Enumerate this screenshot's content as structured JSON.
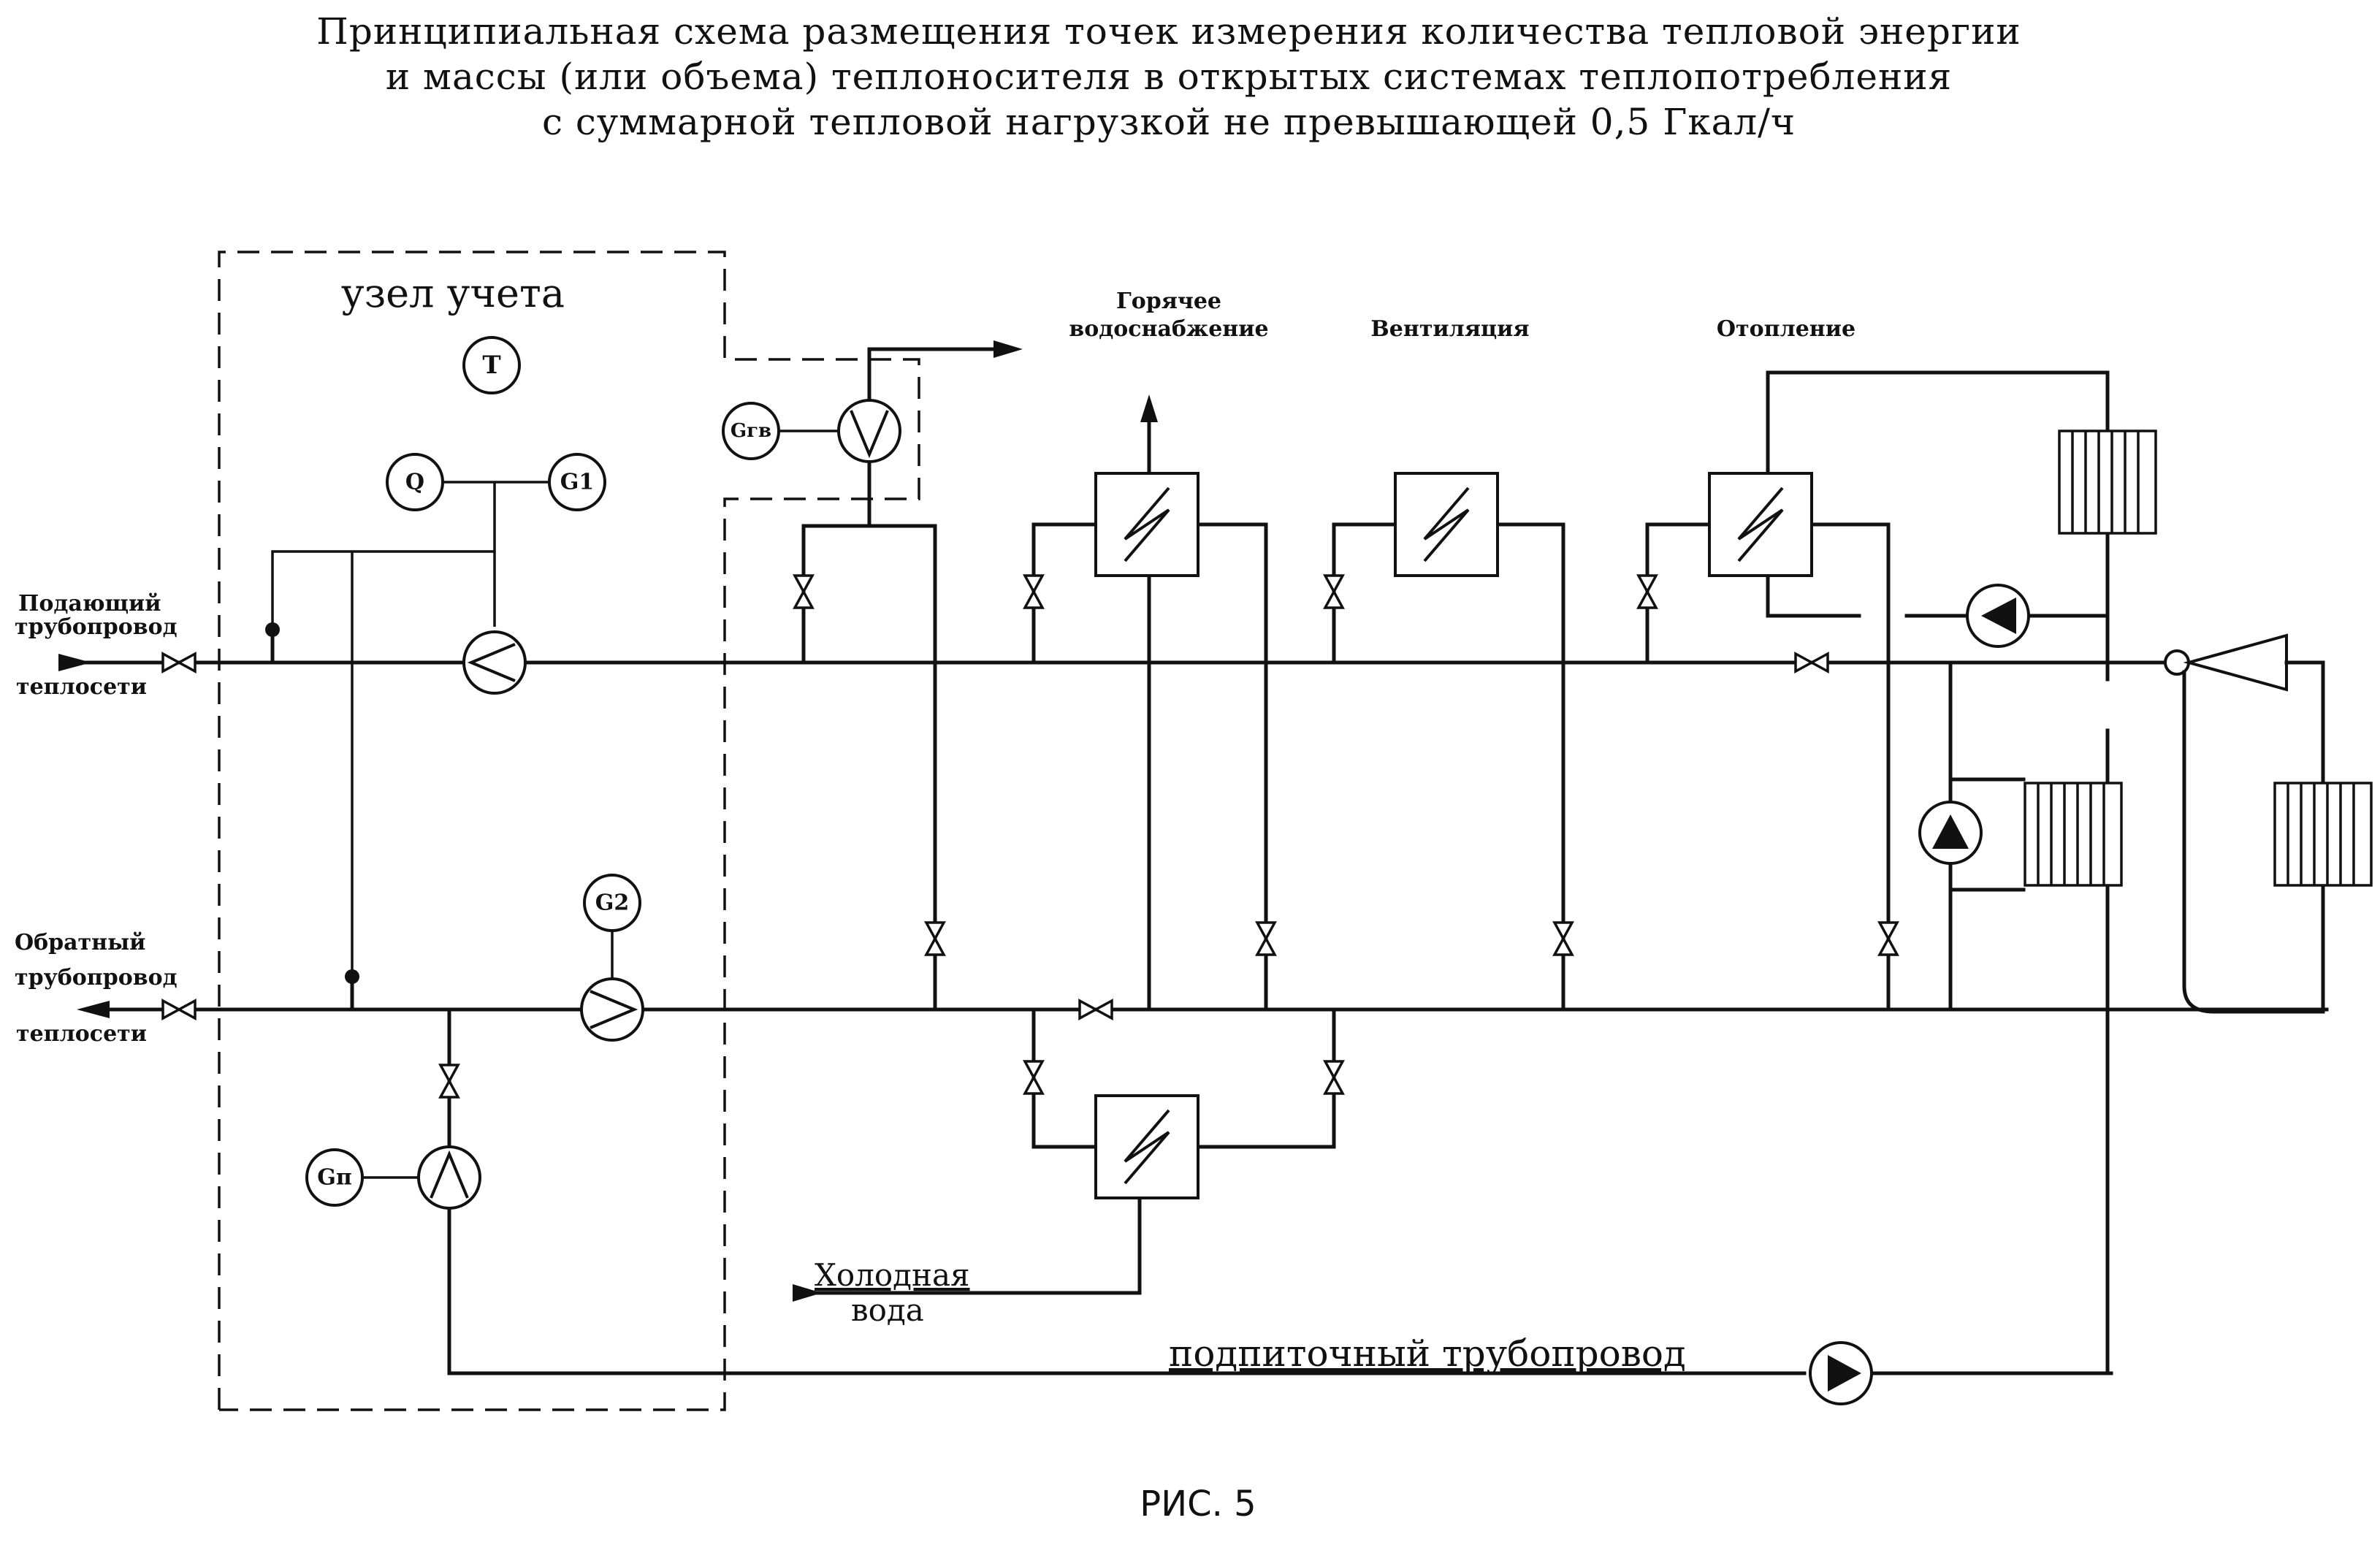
{
  "title": {
    "line1": "Принципиальная схема размещения точек измерения количества тепловой энергии",
    "line2": "и массы (или объема) теплоносителя в открытых системах теплопотребления",
    "line3": "с суммарной тепловой нагрузкой не превышающей 0,5 Гкал/ч"
  },
  "node_label": "узел учета",
  "instruments": {
    "t": "T",
    "q": "Q",
    "g1": "G1",
    "g2": "G2",
    "ggv": "Gгв",
    "gp": "Gп"
  },
  "consumers": {
    "dhw_line1": "Горячее",
    "dhw_line2": "водоснабжение",
    "ventilation": "Вентиляция",
    "heating": "Отопление"
  },
  "supply": {
    "line1": "Подающий",
    "line2": "трубопровод",
    "line3": "теплосети"
  },
  "return": {
    "line1": "Обратный",
    "line2": "трубопровод",
    "line3": "теплосети"
  },
  "cold_water": {
    "line1": "Холодная",
    "line2": "вода"
  },
  "makeup_line": "подпиточный трубопровод",
  "figure_label": "РИС. 5"
}
